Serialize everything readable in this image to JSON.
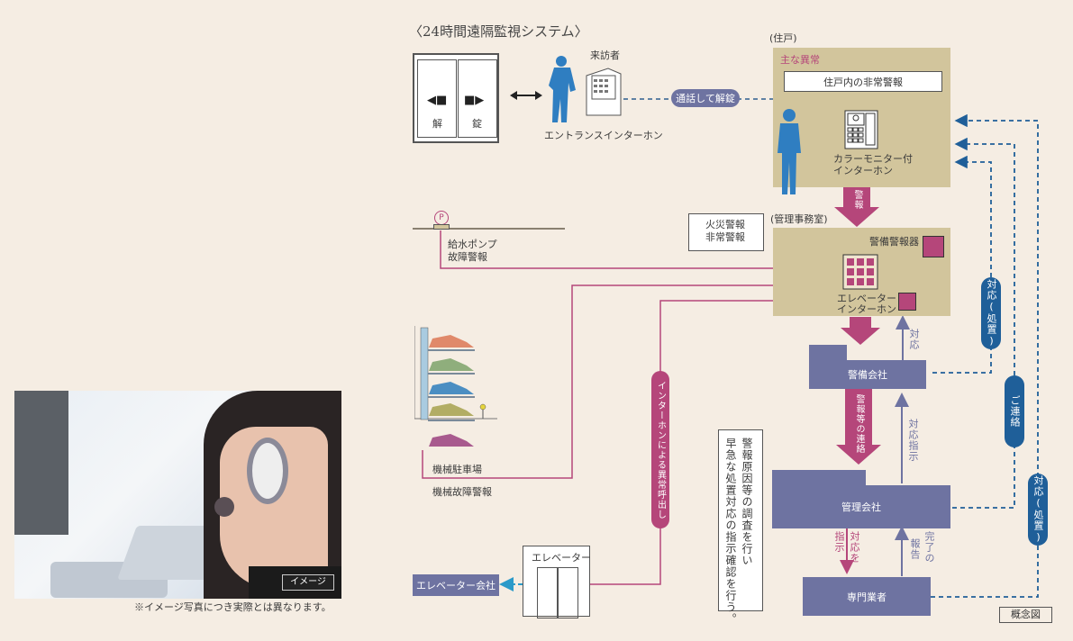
{
  "title": "〈24時間遠隔監視システム〉",
  "door": {
    "left_label": "解",
    "right_label": "錠"
  },
  "visitor_label": "来訪者",
  "entrance_intercom_label": "エントランスインターホン",
  "unlock_pill": "通話して解錠",
  "residence": {
    "header": "(住戸)",
    "main_anomaly_label": "主な異常",
    "alarm_box": "住戸内の非常警報",
    "intercom_label_line1": "カラーモニター付",
    "intercom_label_line2": "インターホン"
  },
  "alarm_arrow_label": "警報",
  "office": {
    "header": "(管理事務室)",
    "callout_line1": "火災警報",
    "callout_line2": "非常警報",
    "security_alarm_label": "警備警報器",
    "elevator_intercom_line1": "エレベーター",
    "elevator_intercom_line2": "インターホン"
  },
  "pump": {
    "symbol": "P",
    "line1": "給水ポンプ",
    "line2": "故障警報"
  },
  "parking": {
    "label": "機械駐車場",
    "fault_label": "機械故障警報"
  },
  "intercom_call_pill": "インターホンによる異常呼出し",
  "elevator": {
    "label": "エレベーター",
    "company": "エレベーター会社"
  },
  "security_company": "警備会社",
  "response_up_label": "対応",
  "contact_arrow_label": "警報等の連絡",
  "instruction_up_label": "対応指示",
  "management_company": "管理会社",
  "management_callout": [
    "警報原因等の調査を行い",
    "早急な処置対応の指示確認を行う。"
  ],
  "instruct_down_label": [
    "対応を",
    "指示"
  ],
  "report_up_label": [
    "完了の",
    "報告"
  ],
  "specialist": "専門業者",
  "right_pills": [
    "対応(処置)",
    "ご連絡",
    "対応(処置)"
  ],
  "concept_label": "概念図",
  "photo": {
    "badge": "イメージ",
    "caption": "※イメージ写真につき実際とは異なります。"
  },
  "colors": {
    "tan": "#d2c59c",
    "magenta": "#b5467a",
    "purple": "#6e73a1",
    "blue": "#1f5f99",
    "bg": "#f5ede3"
  }
}
